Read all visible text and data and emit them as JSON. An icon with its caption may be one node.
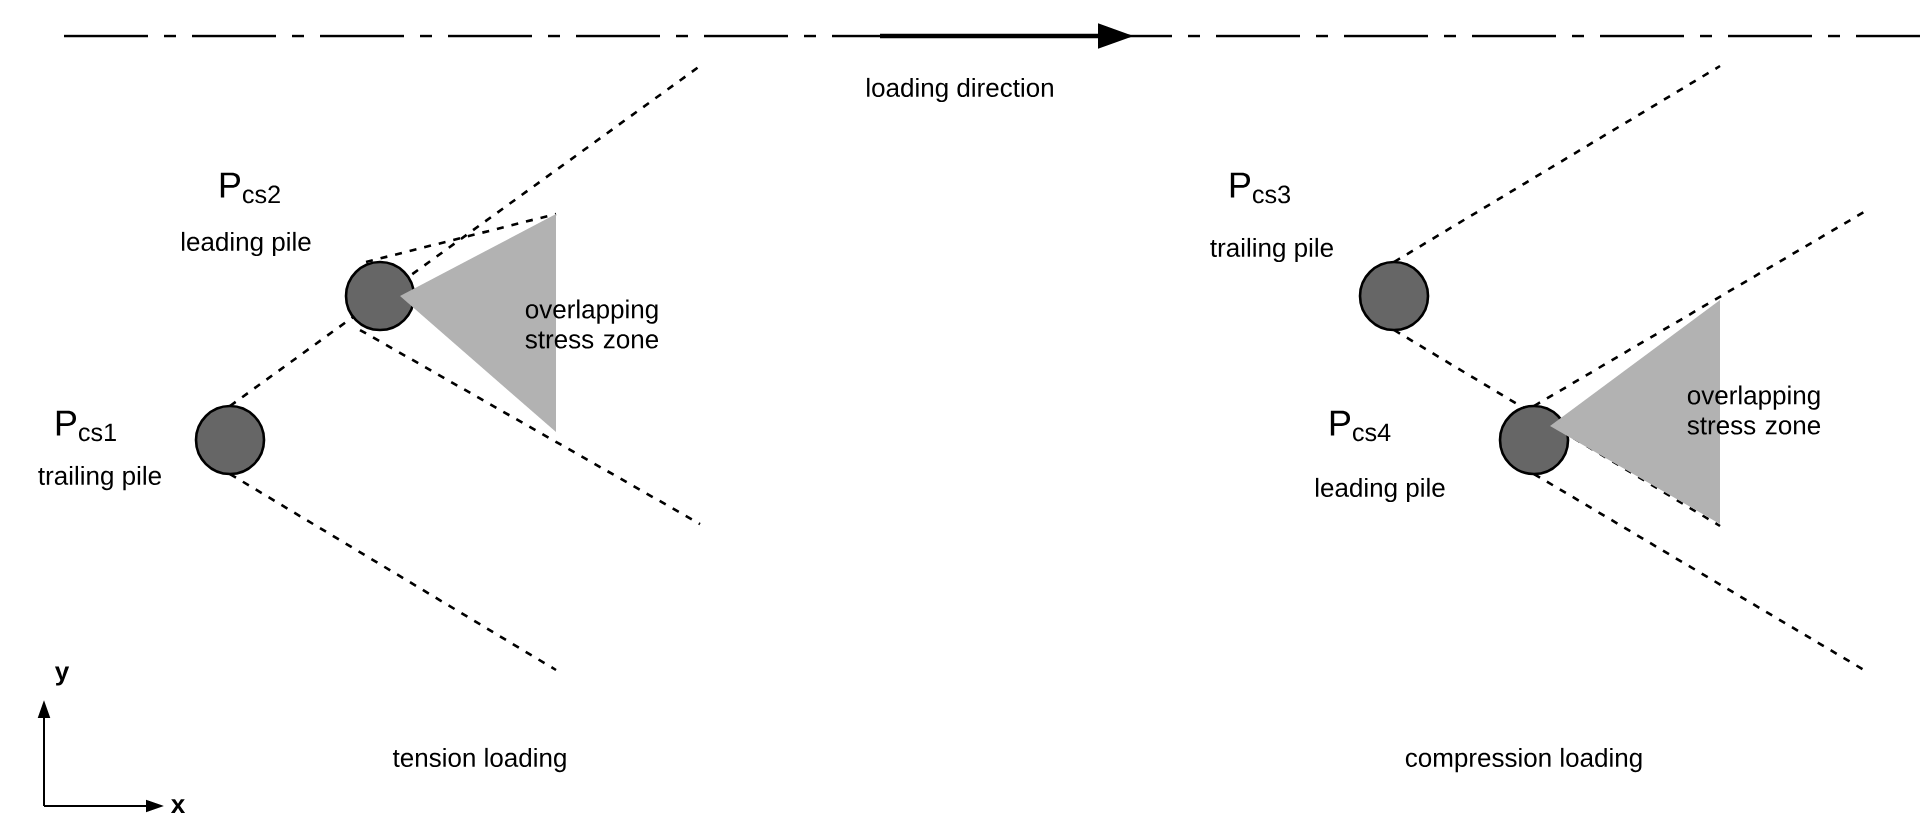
{
  "diagram": {
    "nodes": [
      {
        "text": [],
        "shape": "circle",
        "beside": [
          "P$_{cs1}$",
          "trailing pile"
        ]
      },
      {
        "text": [],
        "shape": "circle",
        "beside": [
          "P$_{cs2}$",
          "leading pile"
        ]
      },
      {
        "text": [
          "overlapping stress zone"
        ]
      },
      {
        "text": [],
        "shape": "circle",
        "beside": [
          "P$_{cs3}$",
          "trailing pile"
        ]
      },
      {
        "text": [],
        "shape": "circle",
        "beside": [
          "P$_{cs4}$",
          "leading pile"
        ]
      },
      {
        "text": [
          "overlapping stress zone"
        ]
      }
    ],
    "labels": [
      "loading direction",
      "y",
      "tension loading",
      "compression loading",
      "x"
    ]
  }
}
